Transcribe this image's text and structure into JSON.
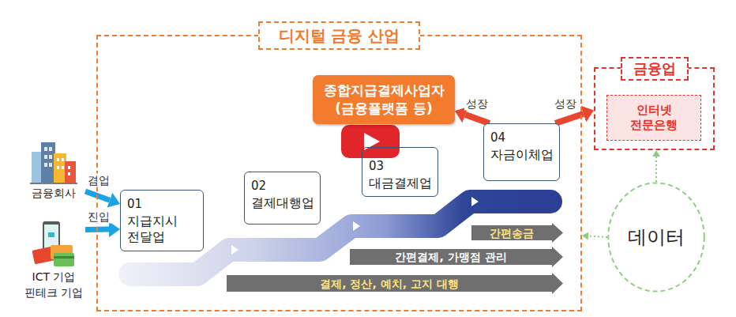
{
  "diagram": {
    "nodes": [
      {
        "text": [
          "디지털 금융 산업"
        ]
      },
      {
        "text": [
          "종합지급결제사업자 (금융플랫폼 등)"
        ],
        "in": 0
      },
      {
        "text": [
          "01",
          "지급지시 전달업"
        ],
        "in": 0
      },
      {
        "text": [
          "02",
          "결제대행업"
        ],
        "in": 0
      },
      {
        "text": [
          "03",
          "대금결제업"
        ],
        "in": 0
      },
      {
        "text": [
          "04",
          "자금이체업"
        ],
        "in": 0
      },
      {
        "text": [
          "간편송금"
        ],
        "in": 0
      },
      {
        "text": [
          "간편결제, 가맹점 관리"
        ],
        "in": 0
      },
      {
        "text": [
          "결제, 정산, 예치, 고지 대행"
        ],
        "in": 0
      },
      {
        "text": [
          "금융업"
        ]
      },
      {
        "text": [
          "인터넷 전문은행"
        ],
        "in": 9
      },
      {
        "text": [
          "데이터"
        ]
      },
      {
        "text": [
          "금융회사"
        ]
      },
      {
        "text": [
          "ICT 기업 핀테크 기업"
        ]
      }
    ],
    "edges": [
      {
        "from": 12,
        "to": 2,
        "label": "겸업",
        "arrow": "to"
      },
      {
        "from": 13,
        "to": 2,
        "label": "진입",
        "arrow": "to"
      },
      {
        "from": 5,
        "to": 1,
        "label": "성장",
        "arrow": "to"
      },
      {
        "from": 5,
        "to": 9,
        "label": "성장",
        "arrow": "to"
      },
      {
        "from": 11,
        "to": 0,
        "arrow": "to"
      },
      {
        "from": 11,
        "to": 9,
        "arrow": "to"
      }
    ]
  }
}
